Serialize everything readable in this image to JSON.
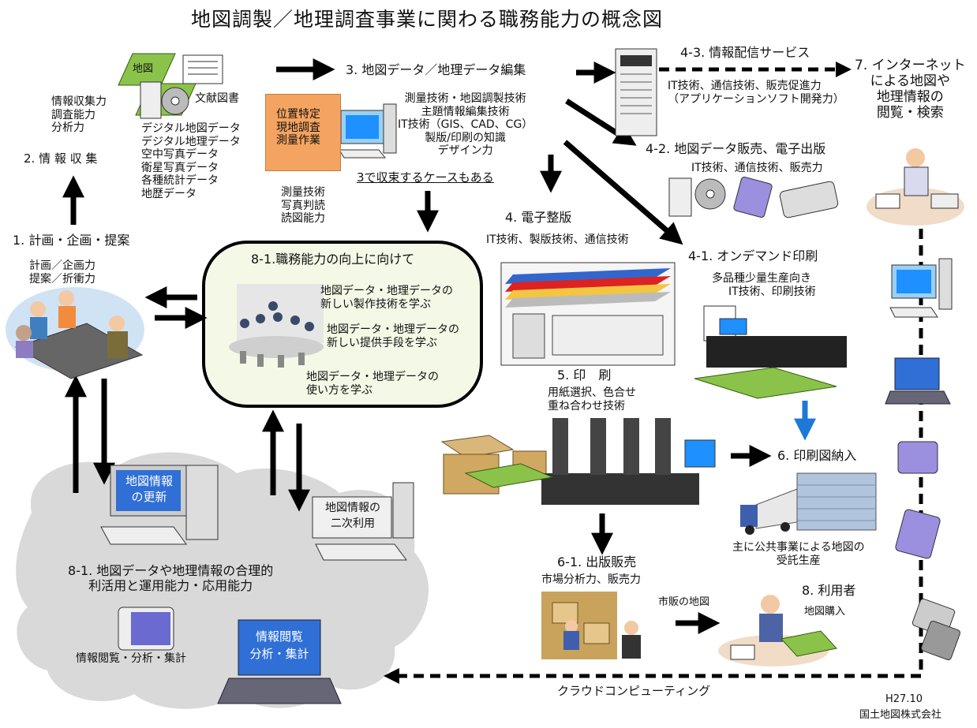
{
  "title": "地図調製／地理調査事業に関わる職務能力の概念図",
  "footer": {
    "date": "H27.10",
    "company": "国土地図株式会社"
  },
  "info_gather": {
    "skills": [
      "情報収集力",
      "調査能力",
      "分析力"
    ],
    "label": "2. 情 報 収 集",
    "map_tag": "地図",
    "doc_tag": "文献図書",
    "data_list": [
      "デジタル地図データ",
      "デジタル地理データ",
      "空中写真データ",
      "衛星写真データ",
      "各種統計データ",
      "地歴データ"
    ]
  },
  "planning": {
    "label": "1. 計画・企画・提案",
    "skills": [
      "計画／企画力",
      "提案／折衝力"
    ]
  },
  "edit": {
    "label": "3. 地図データ／地理データ編集",
    "skills": [
      "測量技術・地図調製技術",
      "主題情報編集技術",
      "IT技術（GIS、CAD、CG）",
      "製版/印刷の知識",
      "デザイン力"
    ],
    "note": "3で収束するケースもある"
  },
  "survey": {
    "box": [
      "位置特定",
      "現地調査",
      "測量作業"
    ],
    "skills": [
      "測量技術",
      "写真判読",
      "読図能力"
    ]
  },
  "delivery_service": {
    "label": "4-3. 情報配信サービス",
    "skills": [
      "IT技術、通信技術、販売促進力",
      "（アプリケーションソフト開発力）"
    ]
  },
  "internet": {
    "label": [
      "7. インターネット",
      "による地図や",
      "地理情報の",
      "閲覧・検索"
    ]
  },
  "map_data_sales": {
    "label": "4-2. 地図データ販売、電子出版",
    "skills": "IT技術、通信技術、販売力"
  },
  "prepress": {
    "label": "4. 電子整版",
    "skills": "IT技術、製版技術、通信技術"
  },
  "on_demand": {
    "label": "4-1. オンデマンド印刷",
    "skills": [
      "多品種少量生産向き",
      "IT技術、印刷技術"
    ]
  },
  "improvement": {
    "label": "8-1.職務能力の向上に向けて",
    "items": [
      [
        "地図データ・地理データの",
        "新しい製作技術を学ぶ"
      ],
      [
        "地図データ・地理データの",
        "新しい提供手段を学ぶ"
      ],
      [
        "地図データ・地理データの",
        "使い方を学ぶ"
      ]
    ]
  },
  "printing": {
    "label": "5. 印　刷",
    "skills": [
      "用紙選択、色合せ",
      "重ね合わせ技術"
    ]
  },
  "print_delivery": {
    "label": "6. 印刷図納入",
    "note": [
      "主に公共事業による地図の",
      "受託生産"
    ]
  },
  "map_update": {
    "screen": [
      "地図情報",
      "の更新"
    ]
  },
  "secondary_use": {
    "screen": [
      "地図情報の",
      "二次利用"
    ]
  },
  "utilization": {
    "label": [
      "8-1. 地図データや地理情報の合理的",
      "利活用と運用能力・応用能力"
    ],
    "caption": "情報閲覧・分析・集計"
  },
  "laptop_screen": [
    "情報閲覧",
    "分析・集計"
  ],
  "publishing": {
    "label": "6-1. 出版販売",
    "skills": "市場分析力、販売力",
    "arrow_label": "市販の地図"
  },
  "user": {
    "label": "8. 利用者",
    "sub": "地図購入"
  },
  "cloud": "クラウドコンピューティング"
}
